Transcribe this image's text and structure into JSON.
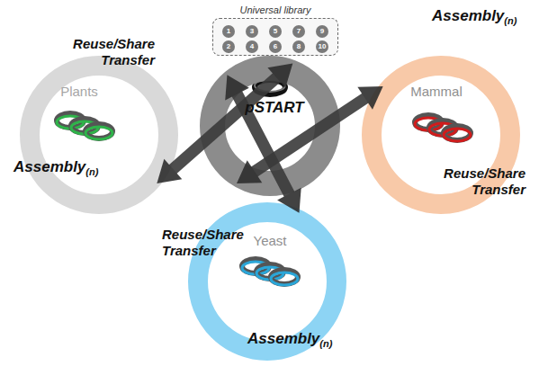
{
  "diagram": {
    "nodes": [
      {
        "text": [
          "Universal library"
        ]
      },
      {
        "text": [
          "1"
        ],
        "in": 0
      },
      {
        "text": [
          "3"
        ],
        "in": 0
      },
      {
        "text": [
          "5"
        ],
        "in": 0
      },
      {
        "text": [
          "7"
        ],
        "in": 0
      },
      {
        "text": [
          "9"
        ],
        "in": 0
      },
      {
        "text": [
          "2"
        ],
        "in": 0
      },
      {
        "text": [
          "4"
        ],
        "in": 0
      },
      {
        "text": [
          "6"
        ],
        "in": 0
      },
      {
        "text": [
          "8"
        ],
        "in": 0
      },
      {
        "text": [
          "10"
        ],
        "in": 0
      },
      {
        "text": [
          "pSTART"
        ]
      },
      {
        "text": [
          "Plants"
        ]
      },
      {
        "text": [
          "Mammal"
        ]
      },
      {
        "text": [
          "Yeast"
        ]
      }
    ],
    "edges": [
      {
        "from": 11,
        "to": 12,
        "arrow": "both"
      },
      {
        "from": 11,
        "to": 13,
        "arrow": "both"
      },
      {
        "from": 11,
        "to": 14,
        "arrow": "both"
      }
    ],
    "labels": [
      "Reuse/Share Transfer",
      "Assembly",
      "(n)",
      "Assembly",
      "(n)",
      "Reuse/Share Transfer",
      "Reuse/Share Transfer",
      "Assembly",
      "(n)"
    ]
  }
}
